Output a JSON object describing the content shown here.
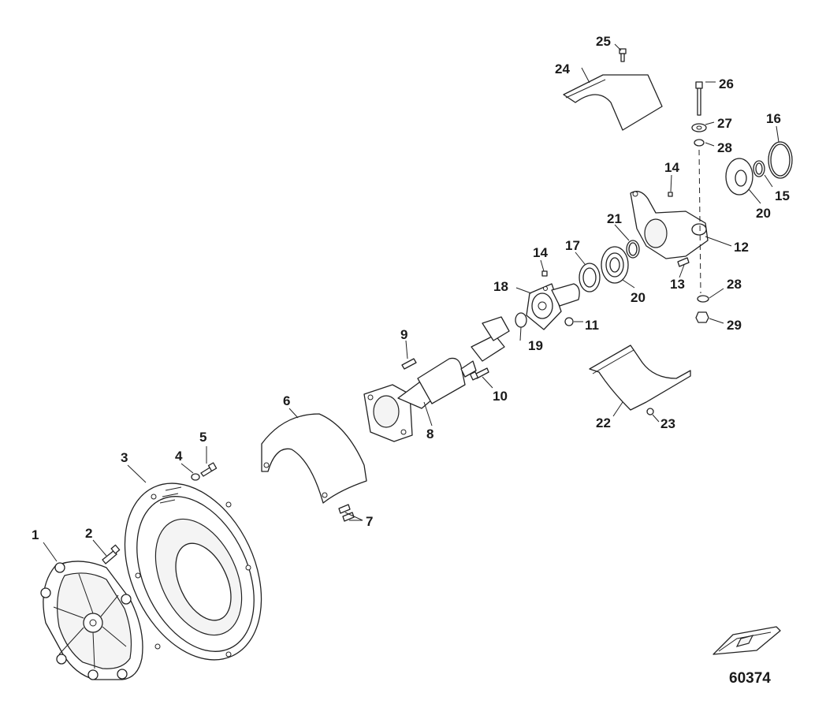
{
  "callouts": {
    "c1": "1",
    "c2": "2",
    "c3": "3",
    "c4": "4",
    "c5": "5",
    "c6": "6",
    "c7": "7",
    "c8": "8",
    "c9": "9",
    "c10": "10",
    "c11": "11",
    "c12": "12",
    "c13": "13",
    "c14a": "14",
    "c14b": "14",
    "c15": "15",
    "c16": "16",
    "c17": "17",
    "c18": "18",
    "c19": "19",
    "c20a": "20",
    "c20b": "20",
    "c21": "21",
    "c22": "22",
    "c23": "23",
    "c24": "24",
    "c25": "25",
    "c26": "26",
    "c27": "27",
    "c28a": "28",
    "c28b": "28",
    "c29": "29"
  },
  "figure_number": "60374",
  "colors": {
    "line": "#222222",
    "background": "#ffffff"
  },
  "icons": {
    "boat_orientation": "boat-outline-icon"
  }
}
